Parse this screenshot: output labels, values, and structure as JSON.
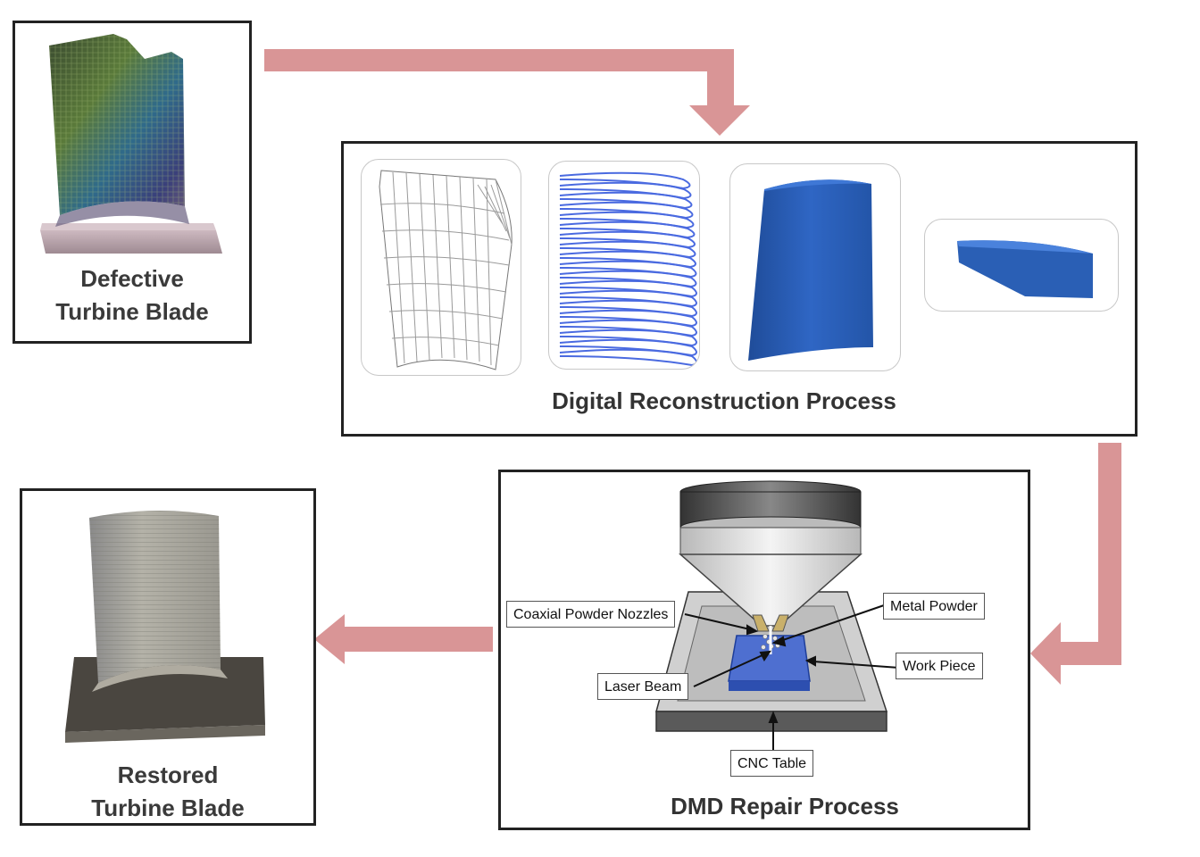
{
  "defective": {
    "line1": "Defective",
    "line2": "Turbine Blade"
  },
  "reconstruction": {
    "title": "Digital Reconstruction Process"
  },
  "restored": {
    "line1": "Restored",
    "line2": "Turbine Blade"
  },
  "dmd": {
    "title": "DMD Repair Process",
    "labels": {
      "coaxial": "Coaxial Powder Nozzles",
      "metal_powder": "Metal Powder",
      "laser_beam": "Laser Beam",
      "work_piece": "Work Piece",
      "cnc_table": "CNC Table"
    }
  },
  "colors": {
    "arrow": "#d99596",
    "border": "#222222",
    "model_blue": "#2a5fb5"
  }
}
